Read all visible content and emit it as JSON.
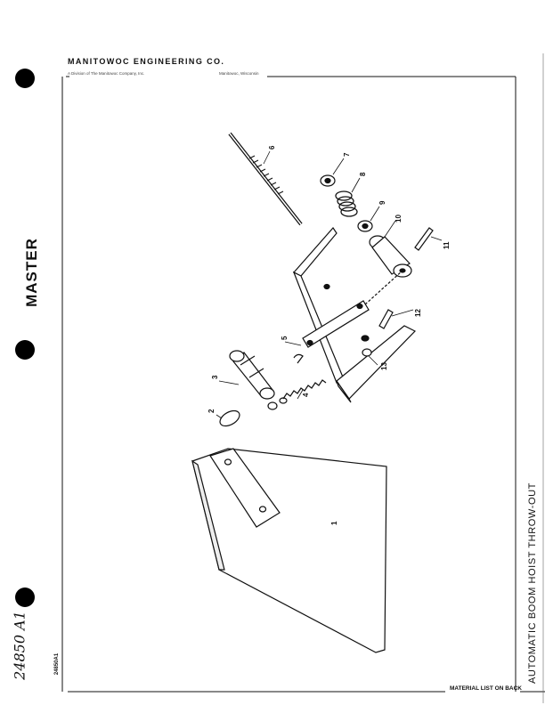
{
  "header": {
    "company": "MANITOWOC ENGINEERING CO.",
    "division": "A Division of The Manitowoc Company, Inc.",
    "location": "Manitowoc, Wisconsin"
  },
  "stamp": "MASTER",
  "handwritten_number": "24850 A1",
  "drawing_number": "24850A1",
  "side_title": "AUTOMATIC BOOM HOIST THROW-OUT",
  "footer_note": "MATERIAL LIST ON BACK",
  "parts": {
    "p1": "1",
    "p2": "2",
    "p3": "3",
    "p4": "4",
    "p5": "5",
    "p6": "6",
    "p7": "7",
    "p8": "8",
    "p9": "9",
    "p10": "10",
    "p11": "11",
    "p12": "12",
    "p13": "13"
  }
}
